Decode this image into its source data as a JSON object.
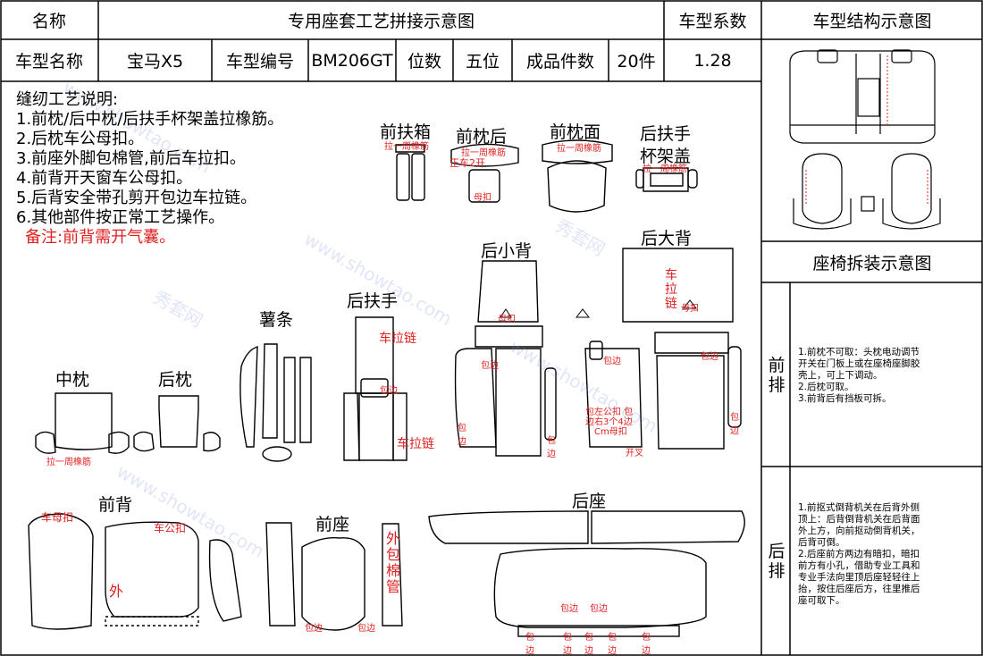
{
  "header": {
    "name_label": "名称",
    "title": "专用座套工艺拼接示意图",
    "coef_label": "车型系数",
    "structure_title": "车型结构示意图"
  },
  "info": {
    "model_name_label": "车型名称",
    "model_name": "宝马X5",
    "model_code_label": "车型编号",
    "model_code": "BM206GT",
    "seats_label": "位数",
    "seats": "五位",
    "pieces_label": "成品件数",
    "pieces": "20件",
    "coefficient": "1.28"
  },
  "notes": {
    "heading": "缝纫工艺说明:",
    "items": [
      "1.前枕/后中枕/后扶手杯架盖拉橡筋。",
      "2.后枕车公母扣。",
      "3.前座外脚包棉管,前后车拉扣。",
      "4.前背开天窗车公母扣。",
      "5.后背安全带孔剪开包边车拉链。",
      "6.其他部件按正常工艺操作。"
    ],
    "remark": "备注:前背需开气囊。"
  },
  "pieces": {
    "front_armrest_box": "前扶箱",
    "front_headrest_back": "前枕后",
    "front_headrest_face": "前枕面",
    "rear_armrest_cup_1": "后扶手",
    "rear_armrest_cup_2": "杯架盖",
    "rear_small_back": "后小背",
    "rear_big_back": "后大背",
    "middle_headrest": "中枕",
    "rear_headrest": "后枕",
    "potato_strip": "薯条",
    "rear_armrest": "后扶手",
    "front_back": "前背",
    "front_seat": "前座",
    "rear_seat": "后座"
  },
  "labels": {
    "elastic": "拉一周橡筋",
    "positive_open": "正车2开",
    "female": "车母扣",
    "male": "车公扣",
    "zipper": "车拉链",
    "zipper_vertical": "车拉链",
    "binding": "包边",
    "binding_v": "包边",
    "outer": "外",
    "outer_pad": "外包棉管",
    "hole": "开叉",
    "edge_note_1": "包左公扣 包",
    "edge_note_2": "边右3个4边",
    "edge_note_3": "Cm母扣",
    "female_small": "母扣",
    "female_small2": "母扣"
  },
  "disassembly": {
    "title": "座椅拆装示意图",
    "front_label": "前排",
    "front_text": [
      "1.前枕不可取：头枕电动调节",
      "开关在门板上或在座椅座脚胶",
      "壳上，可上下调动。",
      "2.后枕可取。",
      "3.前背后有挡板可拆。"
    ],
    "rear_label": "后排",
    "rear_text": [
      "1.前抠式倒背机关在后背外侧",
      "顶上：后背倒背机关在后背面",
      "外上方，向前抠动倒背机关，",
      "后背可倒。",
      "2.后座前方两边有暗扣，暗扣",
      "前方有小孔，借助专业工具和",
      "专业手法向里顶后座轻轻往上",
      "抬，按住后座后方，往里推后",
      "座可取下。"
    ]
  },
  "watermark": {
    "text_a": "秀套网",
    "text_b": "www.showtao.com"
  }
}
